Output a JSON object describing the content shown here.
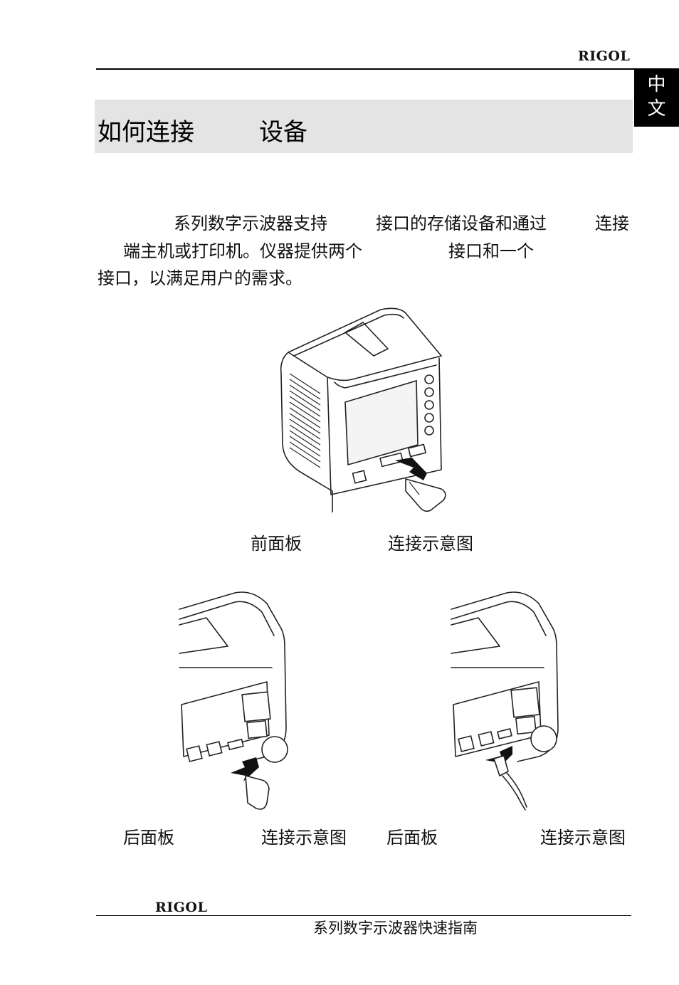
{
  "header": {
    "brand": "RIGOL"
  },
  "lang_tab": {
    "line1": "中",
    "line2": "文"
  },
  "section": {
    "title_part1": "如何连接",
    "title_part2": "设备"
  },
  "intro": {
    "l1a": "系列数字示波器支持",
    "l1b": "接口的存储设备和通过",
    "l1c": "连接",
    "l2a": "端主机或打印机。仪器提供两个",
    "l2b": "接口和一个",
    "l3": "接口，以满足用户的需求。"
  },
  "figures": {
    "front": {
      "cap_a": "前面板",
      "cap_b": "连接示意图"
    },
    "rear_storage": {
      "cap_a": "后面板",
      "cap_b": "连接示意图"
    },
    "rear_device": {
      "cap_a": "后面板",
      "cap_b": "连接示意图"
    }
  },
  "footer": {
    "brand": "RIGOL",
    "subtitle": "系列数字示波器快速指南"
  }
}
